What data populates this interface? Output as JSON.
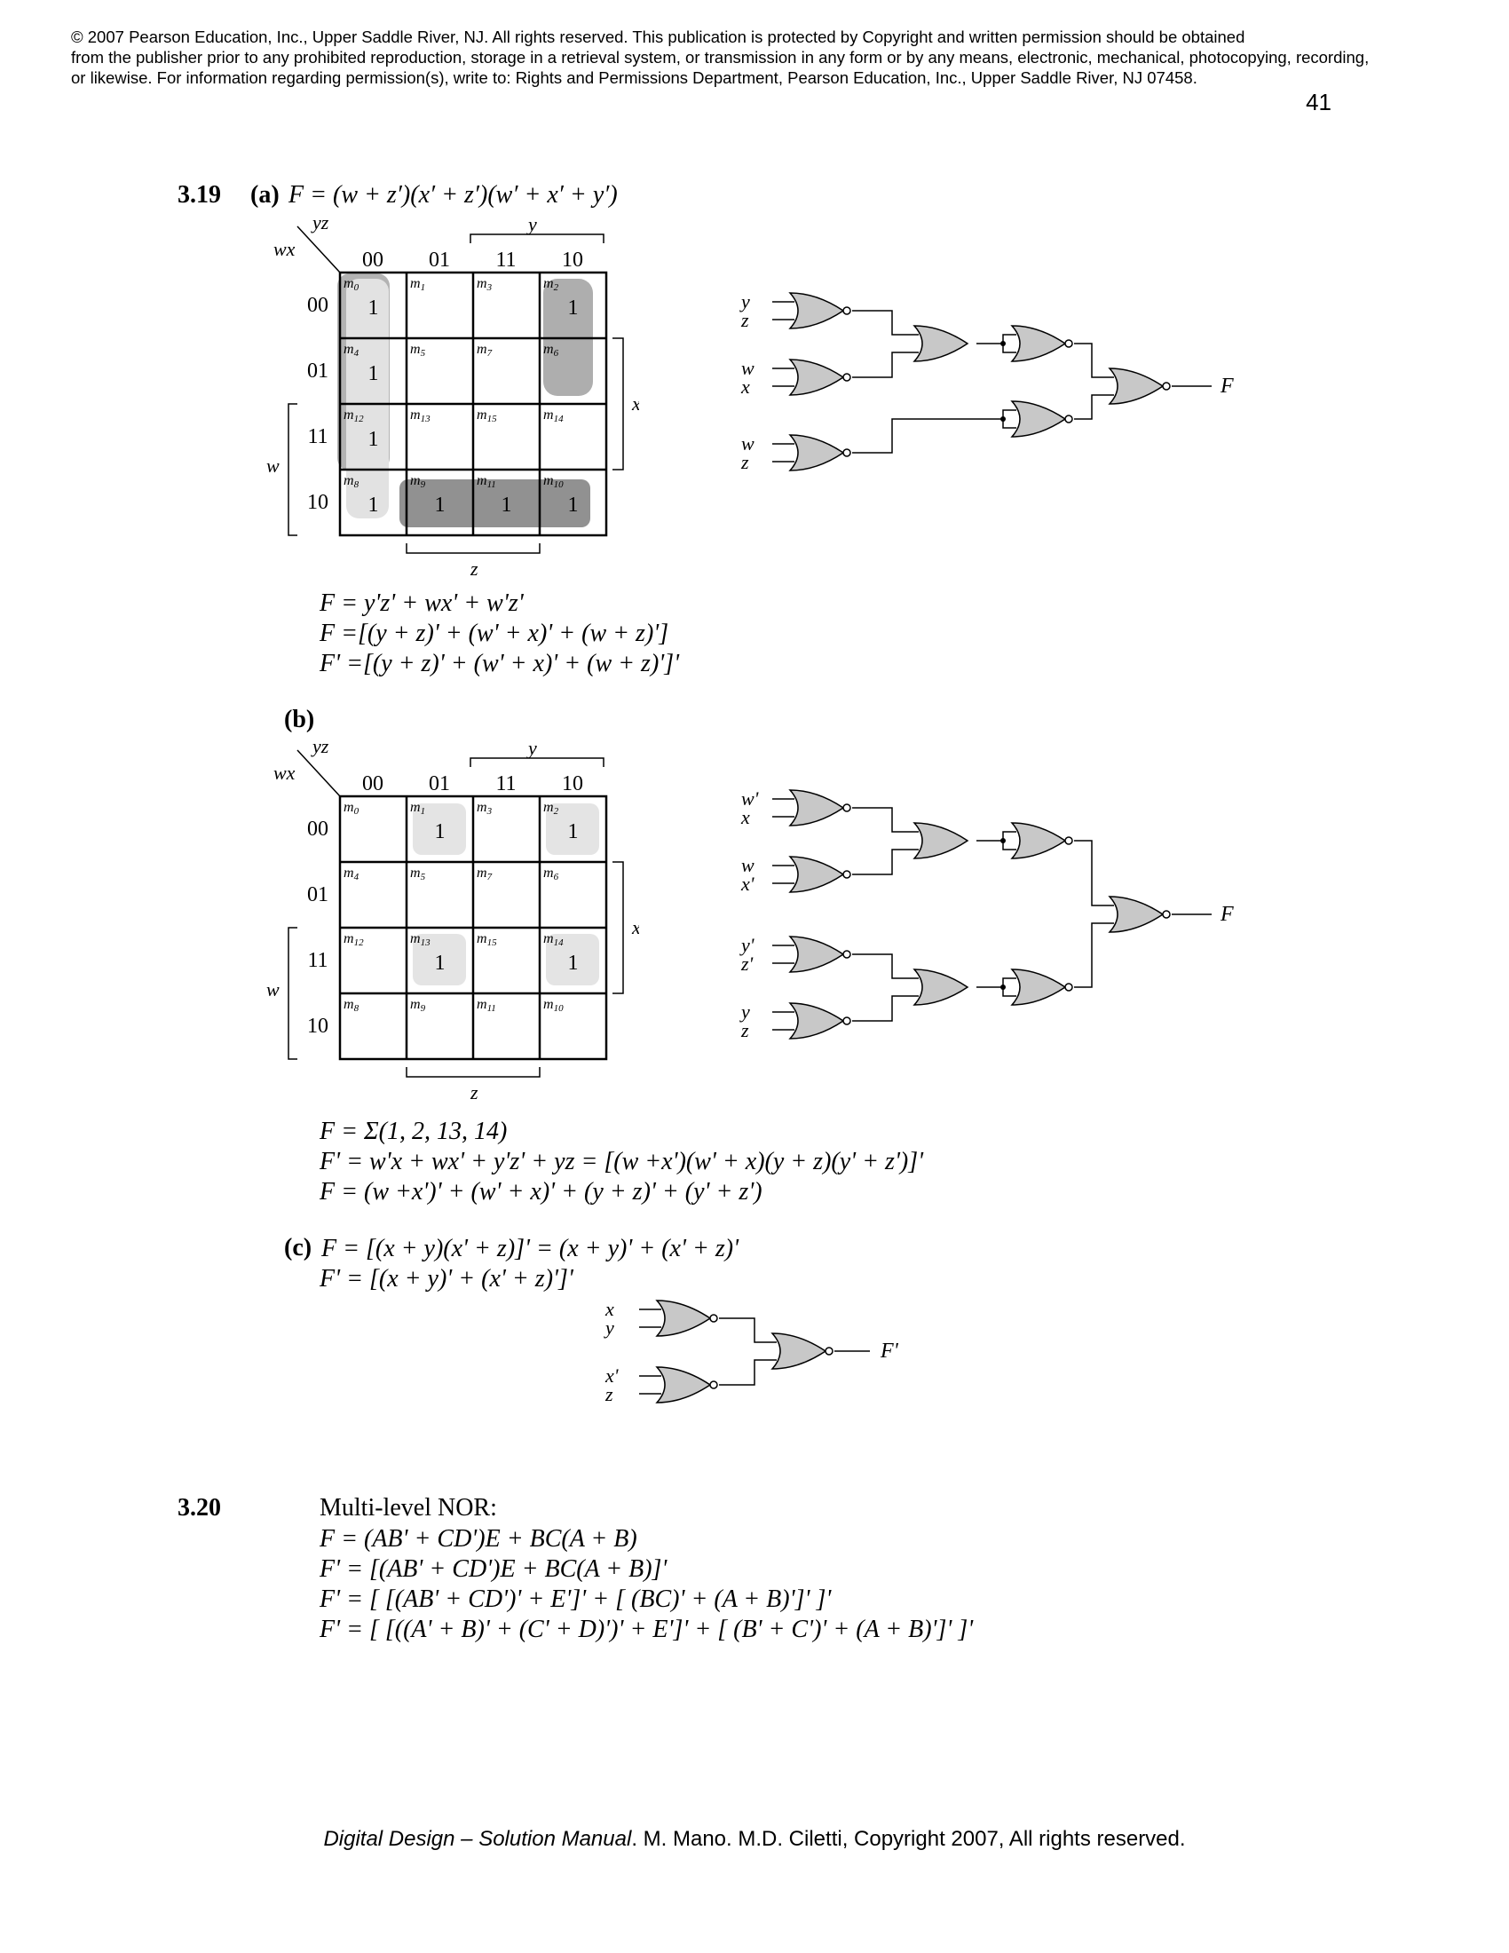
{
  "header": {
    "copyright_lines": [
      "© 2007 Pearson Education, Inc., Upper Saddle River, NJ.  All rights reserved. This publication is protected by Copyright and written permission should be obtained",
      "from the publisher prior to any prohibited reproduction, storage in a retrieval system,  or transmission in any form or by any means, electronic, mechanical, photocopying, recording,",
      "or  likewise.  For information regarding permission(s), write to:  Rights and Permissions Department, Pearson Education, Inc., Upper Saddle River, NJ 07458."
    ],
    "page_number": "41"
  },
  "problem_319": {
    "number": "3.19",
    "a": {
      "label": "(a)",
      "statement": "F = (w + z′)(x′ + z′)(w′ + x′ + y′)",
      "kmap": {
        "corner_row_var": "wx",
        "corner_col_var": "yz",
        "col_headers": [
          "00",
          "01",
          "11",
          "10"
        ],
        "row_headers": [
          "00",
          "01",
          "11",
          "10"
        ],
        "var_y": "y",
        "var_x": "x",
        "var_w": "w",
        "var_z": "z",
        "minterms": [
          [
            "m0",
            "m1",
            "m3",
            "m2"
          ],
          [
            "m4",
            "m5",
            "m7",
            "m6"
          ],
          [
            "m12",
            "m13",
            "m15",
            "m14"
          ],
          [
            "m8",
            "m9",
            "m11",
            "m10"
          ]
        ],
        "values": [
          [
            "1",
            "",
            "",
            "1"
          ],
          [
            "1",
            "",
            "",
            ""
          ],
          [
            "1",
            "",
            "",
            ""
          ],
          [
            "1",
            "1",
            "1",
            "1"
          ]
        ]
      },
      "equations": [
        "F = y'z' + wx' + w'z'",
        "F =[(y + z)' + (w' + x)' + (w + z)']",
        "F' =[(y + z)' + (w' + x)' + (w + z)']'"
      ],
      "circuit": {
        "inputs": [
          "y",
          "z",
          "w",
          "x",
          "w",
          "z"
        ],
        "output": "F"
      }
    },
    "b": {
      "label": "(b)",
      "kmap": {
        "corner_row_var": "wx",
        "corner_col_var": "yz",
        "col_headers": [
          "00",
          "01",
          "11",
          "10"
        ],
        "row_headers": [
          "00",
          "01",
          "11",
          "10"
        ],
        "var_y": "y",
        "var_x": "x",
        "var_w": "w",
        "var_z": "z",
        "minterms": [
          [
            "m0",
            "m1",
            "m3",
            "m2"
          ],
          [
            "m4",
            "m5",
            "m7",
            "m6"
          ],
          [
            "m12",
            "m13",
            "m15",
            "m14"
          ],
          [
            "m8",
            "m9",
            "m11",
            "m10"
          ]
        ],
        "values": [
          [
            "",
            "1",
            "",
            "1"
          ],
          [
            "",
            "",
            "",
            ""
          ],
          [
            "",
            "1",
            "",
            "1"
          ],
          [
            "",
            "",
            "",
            ""
          ]
        ]
      },
      "equations": [
        "F = Σ(1, 2, 13, 14)",
        "F' = w'x + wx' + y'z' + yz = [(w +x')(w' + x)(y + z)(y' + z')]'",
        "F = (w +x')' + (w' + x)' + (y + z)' + (y' + z')"
      ],
      "circuit": {
        "inputs": [
          "w'",
          "x",
          "w",
          "x'",
          "y'",
          "z'",
          "y",
          "z"
        ],
        "output": "F"
      }
    },
    "c": {
      "label": "(c)",
      "equations": [
        "F = [(x + y)(x' + z)]' = (x + y)' + (x' + z)'",
        "F' = [(x + y)' + (x' + z)']'"
      ],
      "circuit": {
        "inputs": [
          "x",
          "y",
          "x'",
          "z"
        ],
        "output": "F'"
      }
    }
  },
  "problem_320": {
    "number": "3.20",
    "title": "Multi-level NOR:",
    "equations": [
      "F = (AB' + CD')E + BC(A + B)",
      "F' = [(AB' + CD')E + BC(A + B)]'",
      "F' = [ [(AB' + CD')' + E']' + [ (BC)' + (A + B)']' ]'",
      "F' = [ [((A' + B)' + (C' + D)')' + E']' + [ (B' + C')' + (A + B)']' ]'"
    ]
  },
  "footer": {
    "title_italic": "Digital Design – Solution Manual",
    "rest": ". M. Mano. M.D. Ciletti, Copyright 2007, All rights reserved."
  }
}
